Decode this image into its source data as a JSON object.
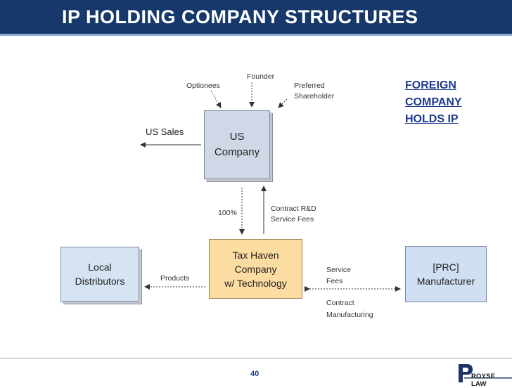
{
  "header": {
    "title": "IP HOLDING COMPANY STRUCTURES"
  },
  "diagram": {
    "founder": "Founder",
    "optionees": "Optionees",
    "preferred_line1": "Preferred",
    "preferred_line2": "Shareholder",
    "us_sales": "US Sales",
    "us_company": {
      "line1": "US",
      "line2": "Company"
    },
    "foreign_note": {
      "line1": "FOREIGN",
      "line2": "COMPANY",
      "line3": "HOLDS IP"
    },
    "ownership_pct": "100%",
    "contract_rd_line1": "Contract R&D",
    "contract_rd_line2": "Service  Fees",
    "tax_haven": {
      "line1": "Tax Haven",
      "line2": "Company",
      "line3": "w/ Technology"
    },
    "local_distributors": {
      "line1": "Local",
      "line2": "Distributors"
    },
    "products": "Products",
    "service_fees_line1": "Service",
    "service_fees_line2": "Fees",
    "contract_mfg_line1": "Contract",
    "contract_mfg_line2": "Manufacturing",
    "prc_manufacturer": {
      "line1": "[PRC]",
      "line2": "Manufacturer"
    }
  },
  "footer": {
    "page_number": "40",
    "logo_text": "ROYSE LAW"
  },
  "colors": {
    "title_bar": "#16386a",
    "accent": "#1e3a8c",
    "tax_haven_fill": "#fcdca0"
  }
}
